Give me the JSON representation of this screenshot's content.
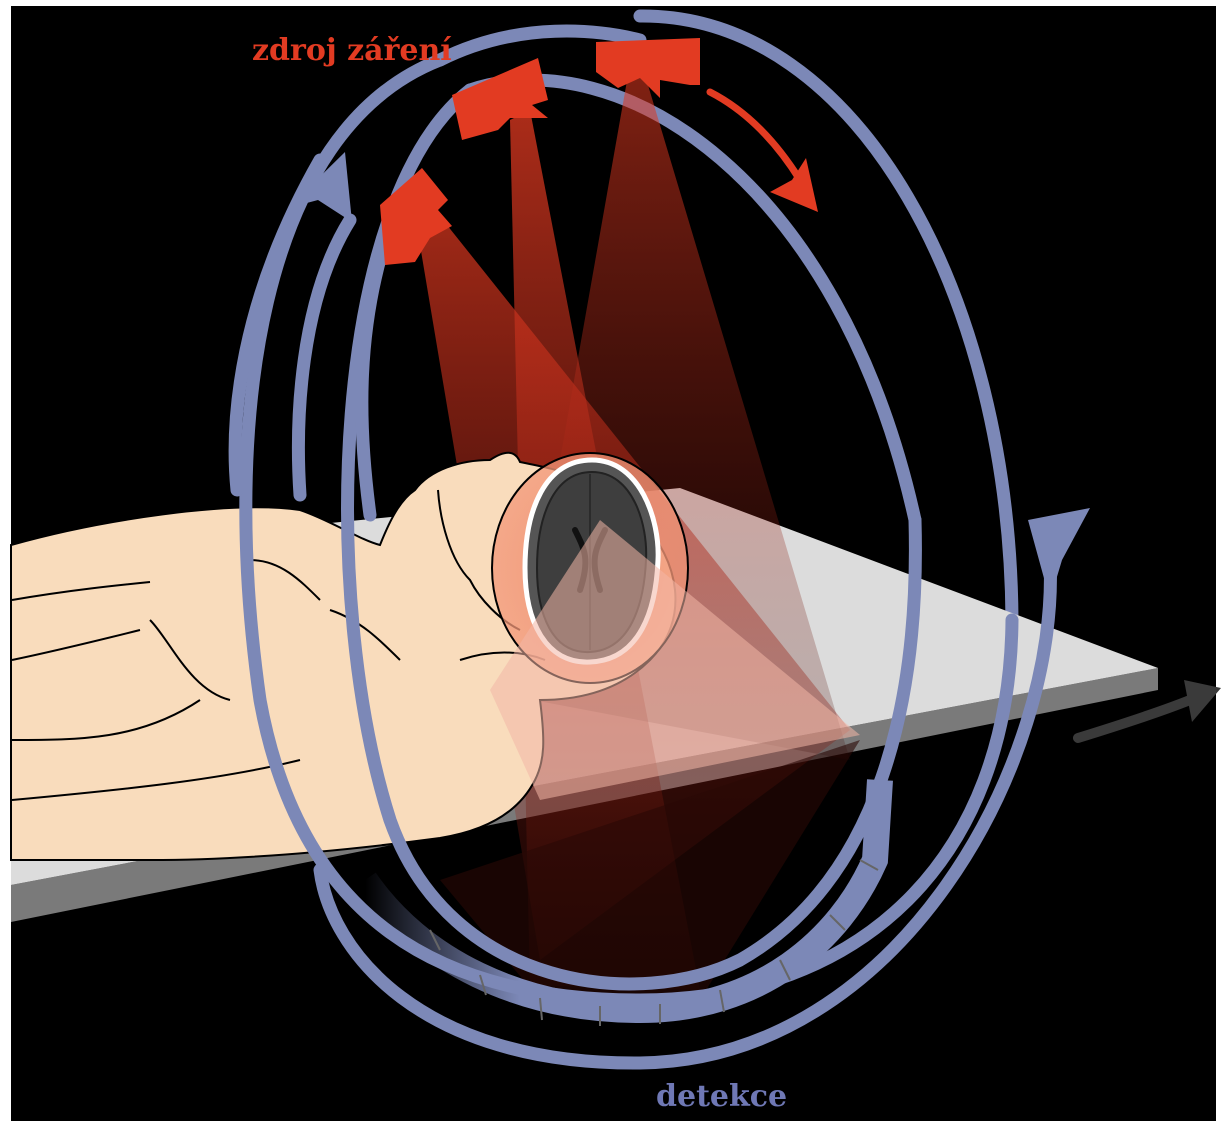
{
  "labels": {
    "source": "zdroj záření",
    "detection": "detekce"
  },
  "colors": {
    "background": "#000000",
    "source": "#e23b22",
    "beam": "#d8341d",
    "ring": "#7c88b7",
    "table": "#dcdcdc",
    "skin": "#f9dcbc",
    "scan_arrow": "#3a3a3a"
  },
  "icons": {
    "source_rotation": "red-curved-arrow",
    "table_motion": "gray-arrow-right",
    "ring_rotation": "blue-spiral-arrows"
  }
}
